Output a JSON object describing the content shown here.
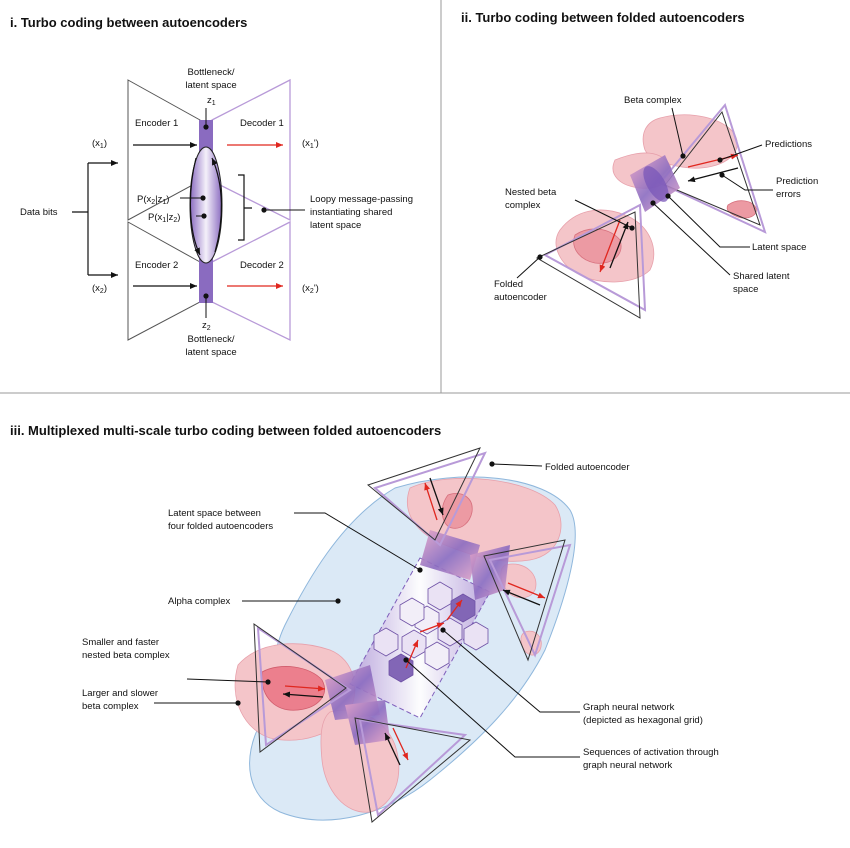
{
  "panels": {
    "i": {
      "title": "i. Turbo coding between autoencoders",
      "bottleneck_top": [
        "Bottleneck/",
        "latent space"
      ],
      "z1": "z",
      "z1_sub": "1",
      "encoder1": "Encoder 1",
      "decoder1": "Decoder 1",
      "x1": "(x",
      "x1_sub": "1",
      "x1_close": ")",
      "x1p": "(x",
      "x1p_sub": "1",
      "x1p_close": "')",
      "data_bits": "Data bits",
      "p_x2_z1": "P(x",
      "p_x2_z1_sub": "2",
      "p_x2_z1_mid": "|z",
      "p_x2_z1_sub2": "1",
      "p_x2_z1_close": ")",
      "p_x1_z2": "P(x",
      "p_x1_z2_sub": "1",
      "p_x1_z2_mid": "|z",
      "p_x1_z2_sub2": "2",
      "p_x1_z2_close": ")",
      "loopy": [
        "Loopy message-passing",
        "instantiating shared",
        "latent space"
      ],
      "encoder2": "Encoder 2",
      "decoder2": "Decoder 2",
      "x2": "(x",
      "x2_sub": "2",
      "x2_close": ")",
      "x2p": "(x",
      "x2p_sub": "2",
      "x2p_close": "')",
      "z2": "z",
      "z2_sub": "2",
      "bottleneck_bottom": [
        "Bottleneck/",
        "latent space"
      ]
    },
    "ii": {
      "title": "ii. Turbo coding between folded autoencoders",
      "beta_complex": "Beta complex",
      "predictions": "Predictions",
      "prediction_errors": [
        "Prediction",
        "errors"
      ],
      "nested_beta": [
        "Nested beta",
        "complex"
      ],
      "latent_space": "Latent space",
      "shared_latent": [
        "Shared latent",
        "space"
      ],
      "folded_autoencoder": [
        "Folded",
        "autoencoder"
      ]
    },
    "iii": {
      "title": "iii. Multiplexed multi-scale turbo coding between folded autoencoders",
      "folded_autoencoder": "Folded autoencoder",
      "latent_between": [
        "Latent space between",
        "four folded autoencoders"
      ],
      "alpha_complex": "Alpha complex",
      "smaller_faster": [
        "Smaller and faster",
        "nested beta complex"
      ],
      "larger_slower": [
        "Larger and slower",
        "beta complex"
      ],
      "gnn": [
        "Graph neural network",
        "(depicted as hexagonal grid)"
      ],
      "sequences": [
        "Sequences of activation through",
        "graph neural network"
      ]
    }
  },
  "colors": {
    "bottleneck": "#8a6bc0",
    "lavender_outline": "#b89ad8",
    "red_arrow": "#e0271f",
    "pink_fill": "#f4c5c9",
    "deep_pink": "#e97a85",
    "alpha_blue": "#dbe9f6"
  }
}
